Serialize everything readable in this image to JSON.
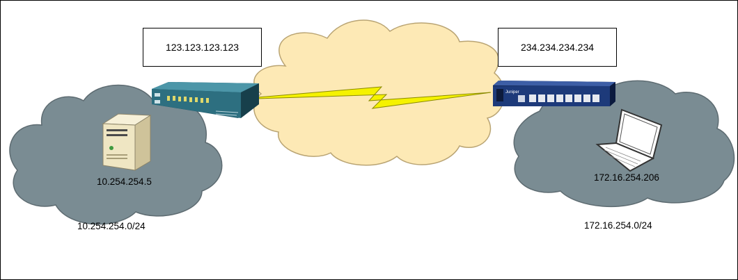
{
  "labels": {
    "left_public_ip": "123.123.123.123",
    "right_public_ip": "234.234.234.234",
    "left_host_ip": "10.254.254.5",
    "right_host_ip": "172.16.254.206",
    "left_subnet": "10.254.254.0/24",
    "right_subnet": "172.16.254.0/24"
  },
  "device_text": {
    "juniper_brand": "Juniper"
  },
  "icons": {
    "server": "server-icon",
    "laptop": "laptop-icon",
    "cisco_firewall": "cisco-asa-firewall-icon",
    "juniper_firewall": "juniper-srx-firewall-icon",
    "wan_link": "lightning-link-icon"
  },
  "colors": {
    "internet_cloud": "#fde9b5",
    "lan_cloud": "#7a8c93",
    "lightning": "#f5f200",
    "cisco_device": "#2d6f80",
    "juniper_device": "#1d3a7a"
  }
}
